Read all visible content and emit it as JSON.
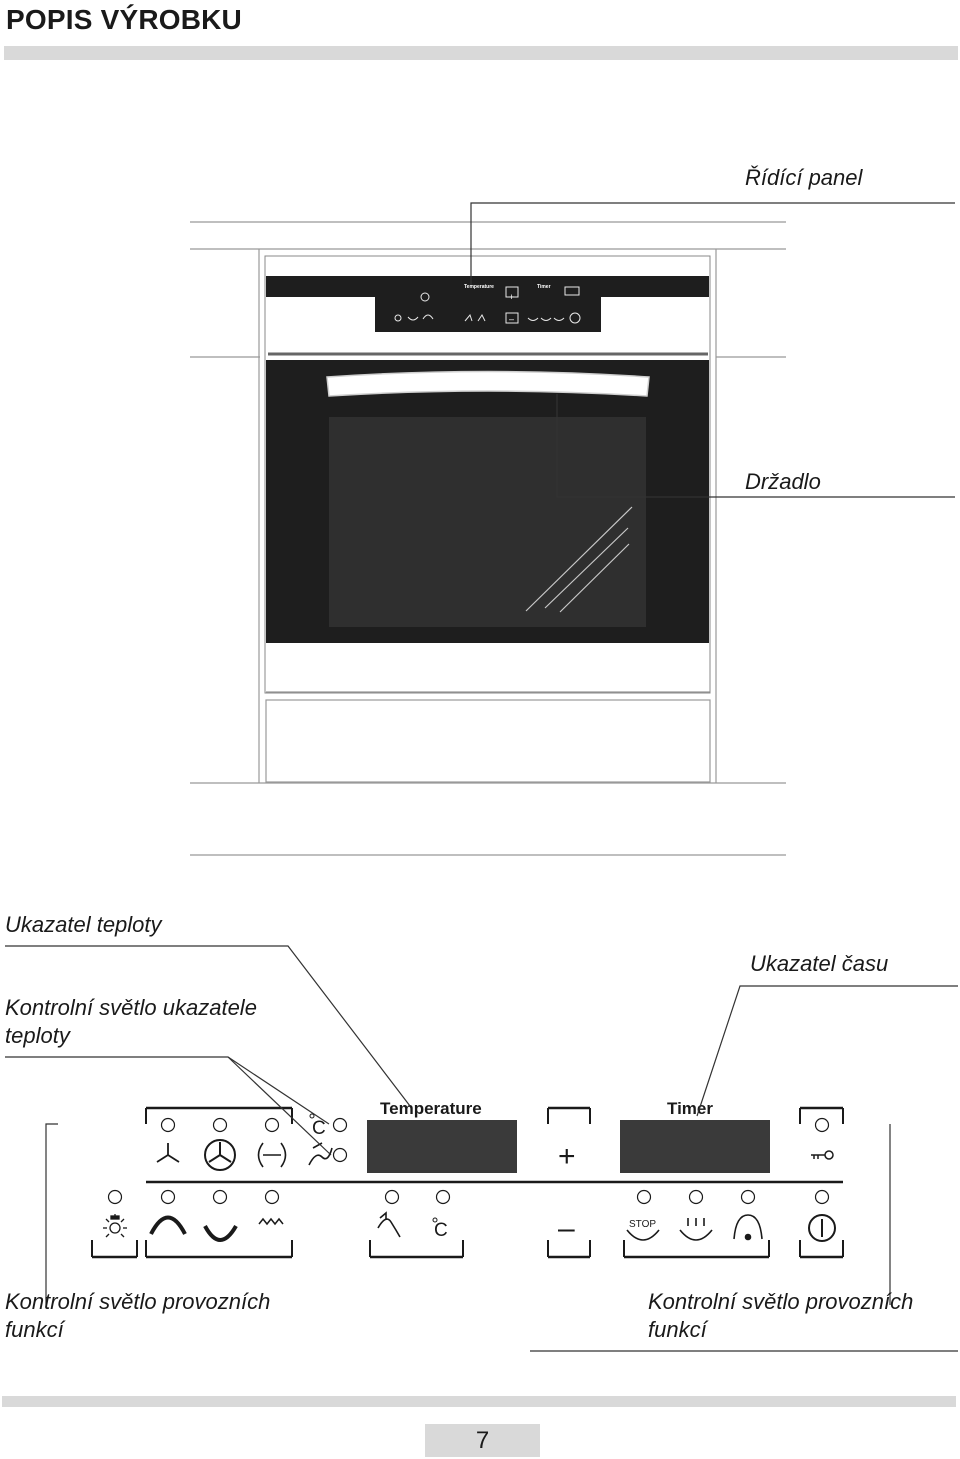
{
  "page": {
    "heading": "POPIS VÝROBKU",
    "page_number": "7"
  },
  "oven_labels": {
    "control_panel": "Řídící panel",
    "handle": "Držadlo"
  },
  "panel_labels": {
    "temp_indicator": "Ukazatel teploty",
    "temp_light_line1": "Kontrolní světlo ukazatele",
    "temp_light_line2": "teploty",
    "time_indicator": "Ukazatel času",
    "func_light_left_line1": "Kontrolní světlo provozních",
    "func_light_left_line2": "funkcí",
    "func_light_right_line1": "Kontrolní světlo provozních",
    "func_light_right_line2": "funkcí"
  },
  "mini_panel": {
    "temperature": "Temperature",
    "timer": "Timer",
    "plus": "+",
    "minus": "–"
  },
  "panel": {
    "temperature_label": "Temperature",
    "timer_label": "Timer",
    "celsius_top": "C",
    "celsius_bottom": "C",
    "stop_label": "STOP",
    "plus_symbol": "+",
    "minus_symbol": "–"
  }
}
